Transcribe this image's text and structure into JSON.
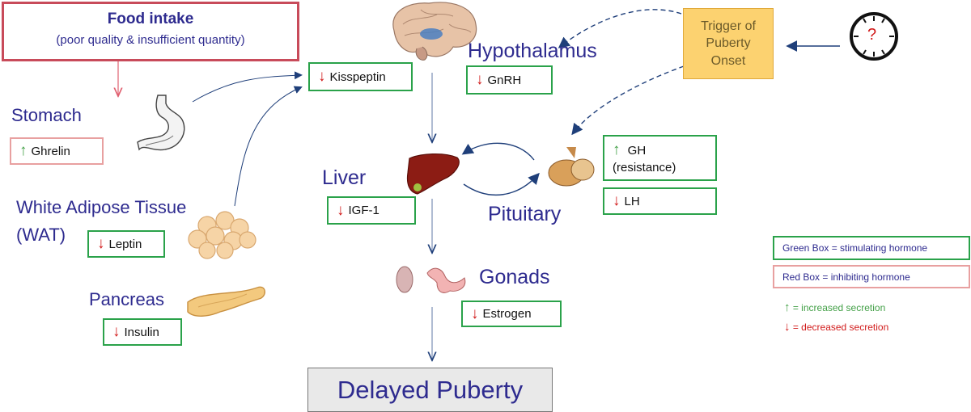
{
  "food": {
    "title": "Food intake",
    "subtitle": "(poor quality & insufficient quantity)"
  },
  "organs": {
    "stomach": "Stomach",
    "wat_line1": "White Adipose Tissue",
    "wat_line2": "(WAT)",
    "pancreas": "Pancreas",
    "hypothalamus": "Hypothalamus",
    "liver": "Liver",
    "pituitary": "Pituitary",
    "gonads": "Gonads"
  },
  "hormones": {
    "ghrelin": {
      "arrow": "↑",
      "label": "Ghrelin"
    },
    "leptin": {
      "arrow": "↓",
      "label": "Leptin"
    },
    "insulin": {
      "arrow": "↓",
      "label": "Insulin"
    },
    "kisspeptin": {
      "arrow": "↓",
      "label": "Kisspeptin"
    },
    "gnrh": {
      "arrow": "↓",
      "label": "GnRH"
    },
    "igf1": {
      "arrow": "↓",
      "label": "IGF-1"
    },
    "gh": {
      "arrow": "↑",
      "label": "GH",
      "note": "(resistance)"
    },
    "lh": {
      "arrow": "↓",
      "label": "LH"
    },
    "estrogen": {
      "arrow": "↓",
      "label": "Estrogen"
    }
  },
  "trigger": {
    "line1": "Trigger of",
    "line2": "Puberty",
    "line3": "Onset"
  },
  "clock": {
    "symbol": "?"
  },
  "outcome": "Delayed Puberty",
  "legend": {
    "green_box": "Green Box = stimulating hormone",
    "red_box": "Red Box = inhibiting hormone",
    "up_arrow": "↑",
    "up_text": "= increased secretion",
    "down_arrow": "↓",
    "down_text": "= decreased secretion"
  },
  "colors": {
    "title_blue": "#2e2b8f",
    "stimulating_green": "#2aa24a",
    "inhibiting_red": "#e8a0a0",
    "down_arrow_red": "#d11a1a",
    "up_arrow_green": "#43a047",
    "trigger_fill": "#fcd270",
    "outcome_fill": "#e9e9e9"
  },
  "icons": [
    "brain-icon",
    "stomach-icon",
    "fat-cells-icon",
    "pancreas-icon",
    "liver-icon",
    "pituitary-icon",
    "gonads-icon",
    "clock-icon"
  ]
}
